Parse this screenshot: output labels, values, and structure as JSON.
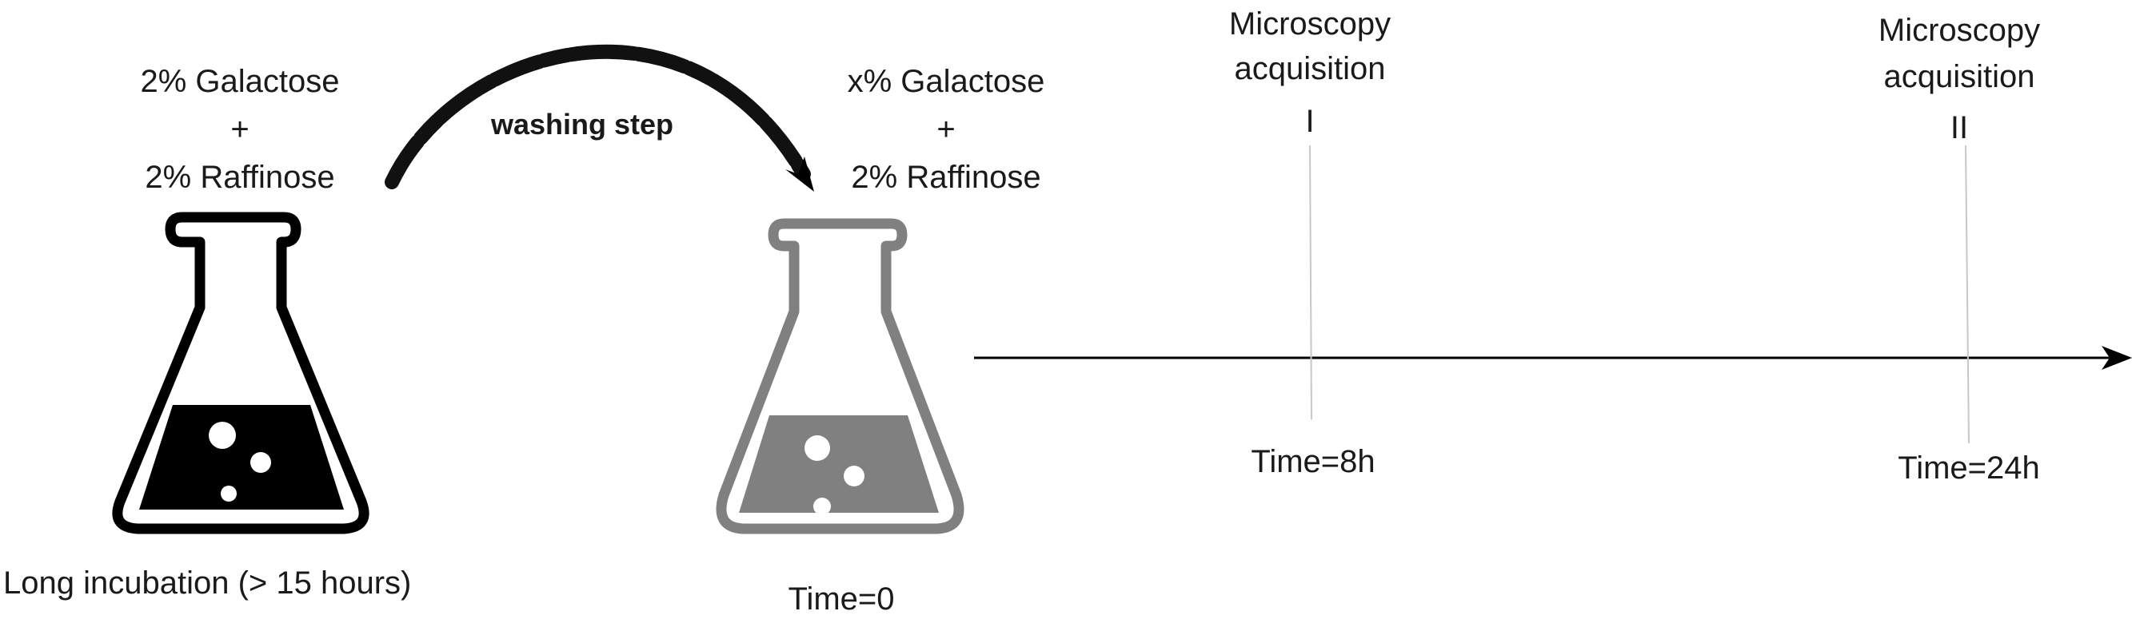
{
  "flask1": {
    "line1": "2% Galactose",
    "plus": "+",
    "line2": "2% Raffinose",
    "caption": "Long incubation (> 15 hours)",
    "color": "#000000"
  },
  "wash": {
    "label": "washing step"
  },
  "flask2": {
    "line1": "x% Galactose",
    "plus": "+",
    "line2": "2% Raffinose",
    "caption": "Time=0",
    "color": "#808080"
  },
  "timeline": {
    "acq1": {
      "line1": "Microscopy",
      "line2": "acquisition",
      "numeral": "I",
      "time": "Time=8h"
    },
    "acq2": {
      "line1": "Microscopy",
      "line2": "acquisition",
      "numeral": "II",
      "time": "Time=24h"
    }
  }
}
